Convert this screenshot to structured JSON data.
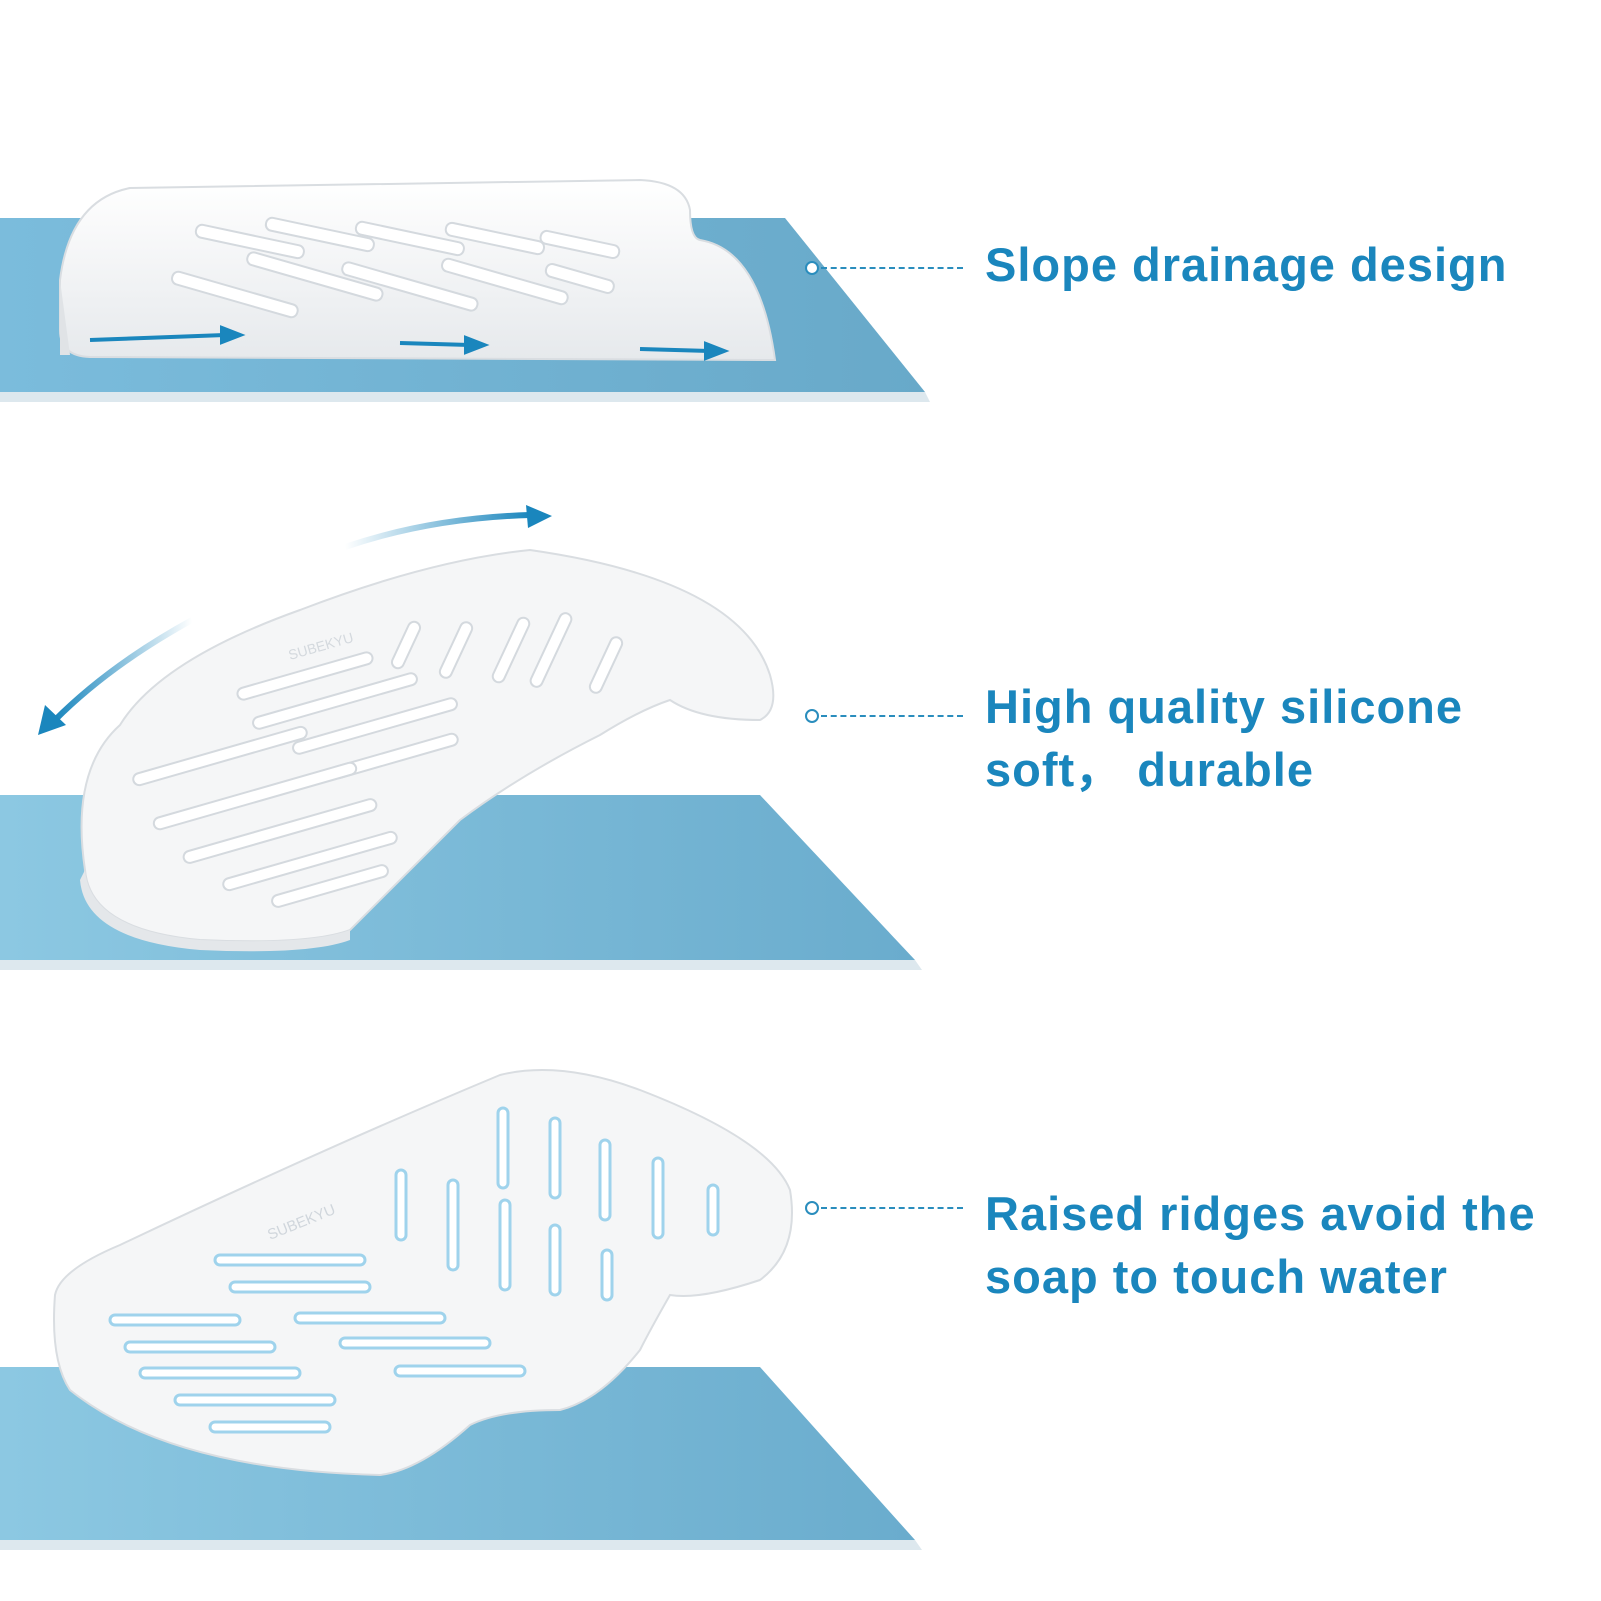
{
  "features": [
    {
      "caption_lines": [
        "Slope drainage design"
      ]
    },
    {
      "caption_lines": [
        "High quality silicone",
        "soft， durable"
      ]
    },
    {
      "caption_lines": [
        "Raised ridges avoid the",
        "soap to touch water"
      ]
    }
  ],
  "tray_emboss": "SUBEKYU",
  "colors": {
    "caption_text": "#1a86bd",
    "callout_line": "#2a8dbd",
    "mat_light": "#8fc8e2",
    "mat_dark": "#6fb0d0",
    "arrow": "#1a86bd",
    "tray": "#f6f7f8"
  }
}
